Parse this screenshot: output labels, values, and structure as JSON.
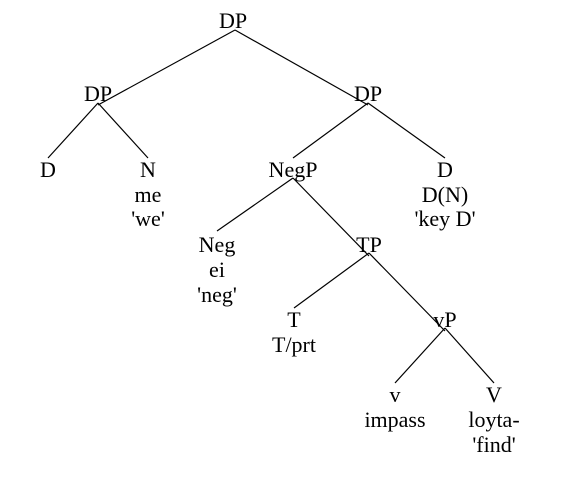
{
  "tree": {
    "nodes": [
      {
        "id": "dp-root",
        "label": "DP"
      },
      {
        "id": "dp-left",
        "label": "DP"
      },
      {
        "id": "dp-right",
        "label": "DP"
      },
      {
        "id": "d-left",
        "label": "D"
      },
      {
        "id": "n",
        "label": "N"
      },
      {
        "id": "negp",
        "label": "NegP"
      },
      {
        "id": "d-right",
        "label": "D"
      },
      {
        "id": "neg",
        "label": "Neg"
      },
      {
        "id": "tp",
        "label": "TP"
      },
      {
        "id": "t",
        "label": "T"
      },
      {
        "id": "vp",
        "label": "vP"
      },
      {
        "id": "v-small",
        "label": "v"
      },
      {
        "id": "v-big",
        "label": "V"
      }
    ],
    "leaves": {
      "me": "me",
      "we_gloss": "'we'",
      "dn": "D(N)",
      "key_d": "'key D'",
      "ei": "ei",
      "neg_gloss": "'neg'",
      "t_prt": "T/prt",
      "impass": "impass",
      "loyta": "loyta-",
      "find_gloss": "'find'"
    },
    "edges": [
      [
        "dp-root",
        "dp-left"
      ],
      [
        "dp-root",
        "dp-right"
      ],
      [
        "dp-left",
        "d-left"
      ],
      [
        "dp-left",
        "n"
      ],
      [
        "dp-right",
        "negp"
      ],
      [
        "dp-right",
        "d-right"
      ],
      [
        "negp",
        "neg"
      ],
      [
        "negp",
        "tp"
      ],
      [
        "tp",
        "t"
      ],
      [
        "tp",
        "vp"
      ],
      [
        "vp",
        "v-small"
      ],
      [
        "vp",
        "v-big"
      ]
    ]
  }
}
